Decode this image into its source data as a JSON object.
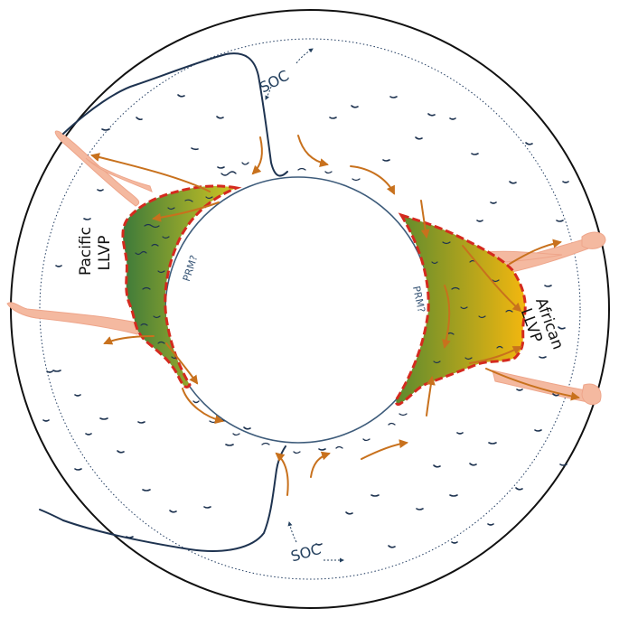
{
  "labels": {
    "pacific_llvp_line1": "Pacific",
    "pacific_llvp_line2": "LLVP",
    "african_llvp_line1": "African",
    "african_llvp_line2": "LLVP",
    "soc_top": "SOC",
    "soc_bottom": "SOC",
    "prm_left": "PRM?",
    "prm_right": "PRM?"
  },
  "colors": {
    "earth_outline": "#111111",
    "mantle_boundary_dotted": "#1f3a5f",
    "core_outline": "#3d5b7a",
    "slab": "#1e3350",
    "plume": "#f4b9a0",
    "flow_arrow": "#c8711d",
    "llvp_border": "#d42a1e",
    "pacific_llvp_fill_dark": "#3d7a3a",
    "pacific_llvp_fill_light": "#d2c622",
    "african_llvp_fill_dark": "#5c8a2e",
    "african_llvp_fill_light": "#f3b70f"
  }
}
